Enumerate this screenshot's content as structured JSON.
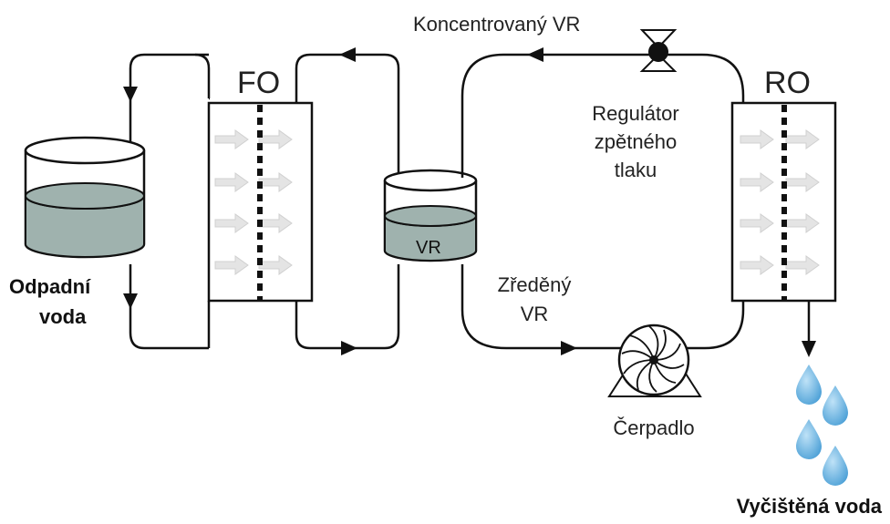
{
  "labels": {
    "fo": "FO",
    "ro": "RO",
    "vr_tank": "VR",
    "concentrated_vr": "Koncentrovaný VR",
    "regulator_line1": "Regulátor",
    "regulator_line2": "zpětného",
    "regulator_line3": "tlaku",
    "diluted_line1": "Zředěný",
    "diluted_line2": "VR",
    "pump": "Čerpadlo",
    "waste_line1": "Odpadní",
    "waste_line2": "voda",
    "clean_water": "Vyčištěná voda"
  },
  "colors": {
    "line": "#111111",
    "liquid": "#9fb2ae",
    "droplet": "#6fb3e0",
    "membrane_arrow": "#d9d9d9"
  },
  "icons": [
    "tank-icon",
    "membrane-module-icon",
    "valve-icon",
    "pump-icon",
    "water-drop-icon",
    "flow-arrow-icon"
  ]
}
